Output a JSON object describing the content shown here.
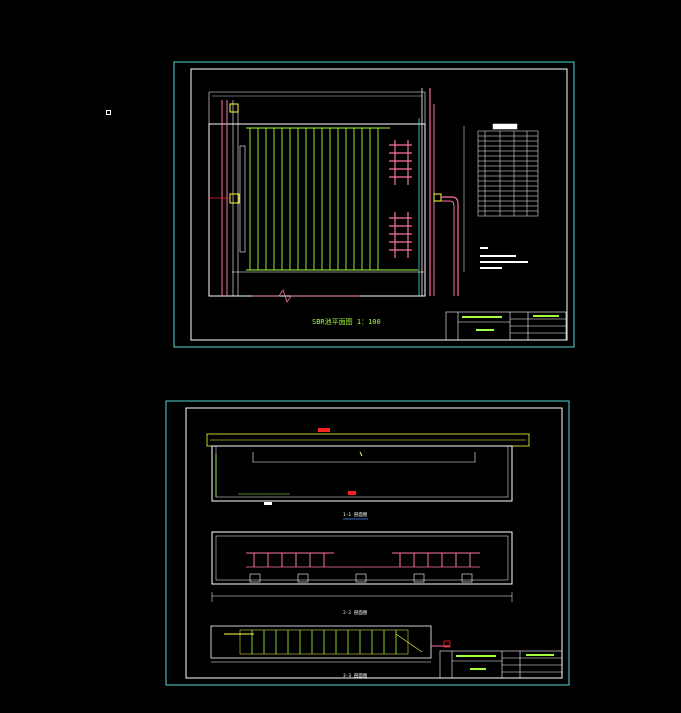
{
  "colors": {
    "background": "#000000",
    "sheet_border": "#56d6d6",
    "frame": "#ffffff",
    "green_line": "#a0ff3a",
    "pink_pipe": "#ff6fa8",
    "yellow": "#ffff40",
    "red_mark": "#ff2020",
    "cyan_pipe": "#4de0e0"
  },
  "sheet1": {
    "plan_title": "SBR池平面图 1：100"
  },
  "sheet2": {
    "section_label_1": "1-1 剖面图",
    "section_label_2": "2-2 剖面图",
    "section_label_3": "3-3 剖面图"
  }
}
